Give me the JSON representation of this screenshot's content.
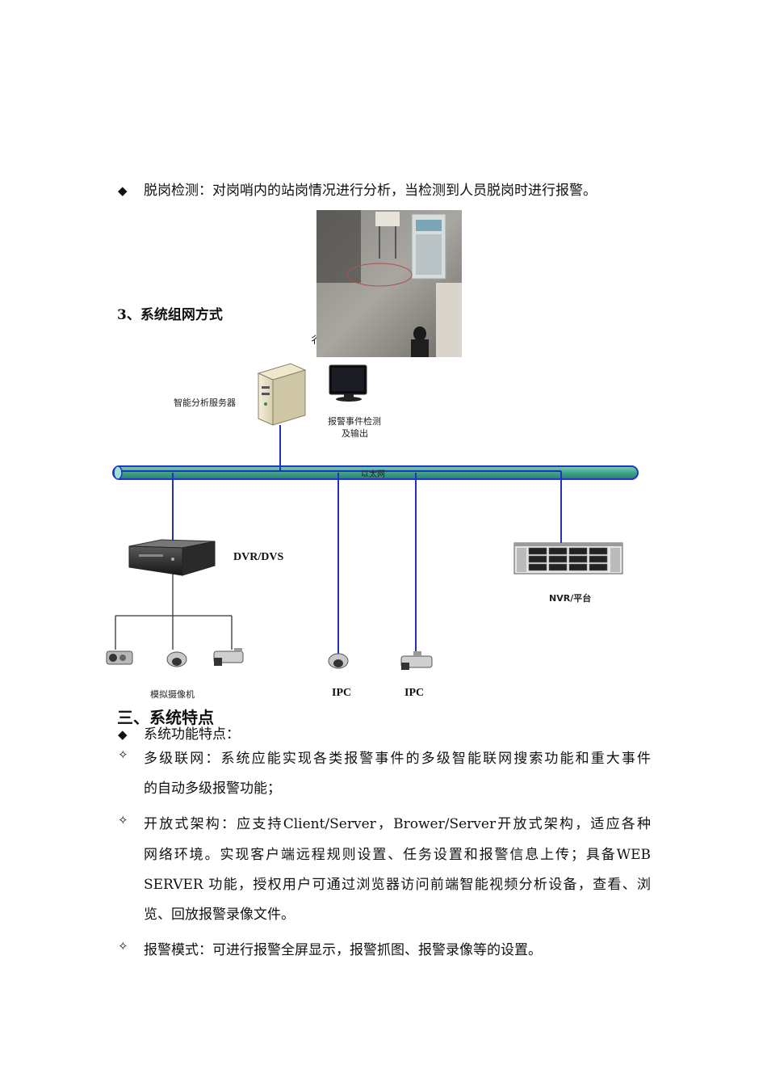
{
  "intro": {
    "bullet_symbol": "◆",
    "text": "脱岗检测：对岗哨内的站岗情况进行分析，当检测到人员脱岗时进行报警。"
  },
  "section3": {
    "heading": "3、系统组网方式"
  },
  "diagram": {
    "server_label": "智能分析服务器",
    "monitor_label_line1": "报警事件检测",
    "monitor_label_line2": "及输出",
    "network_label": "以太网",
    "dvr_label": "DVR/DVS",
    "nvr_label": "NVR/平台",
    "analog_label": "模拟摄像机",
    "ipc1_label": "IPC",
    "ipc2_label": "IPC",
    "photo_fragment": "彳"
  },
  "section_three": {
    "heading": "三、系统特点"
  },
  "features": {
    "main_bullet_symbol": "◆",
    "main_text": "系统功能特点：",
    "sub_bullet_symbol": "✧",
    "items": [
      {
        "lines": [
          "多级联网：系统应能实现各类报警事件的多级智能联网搜索功能和重大事件",
          "的自动多级报警功能；"
        ]
      },
      {
        "lines": [
          "开放式架构：应支持Client/Server，Brower/Server开放式架构，适应各种",
          "网络环境。实现客户端远程规则设置、任务设置和报警信息上传；具备WEB",
          "SERVER 功能，授权用户可通过浏览器访问前端智能视频分析设备，查看、浏",
          "览、回放报警录像文件。"
        ]
      },
      {
        "lines": [
          "报警模式：可进行报警全屏显示，报警抓图、报警录像等的设置。"
        ]
      }
    ]
  },
  "colors": {
    "network_fill": "#3fa58a",
    "network_outline": "#1f36c8",
    "link_line": "#2233bb"
  }
}
